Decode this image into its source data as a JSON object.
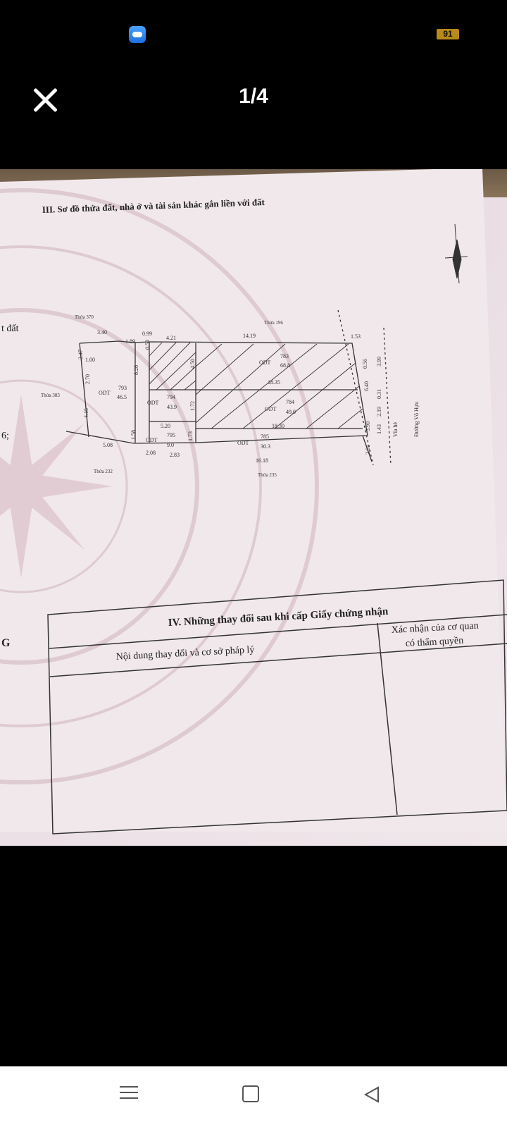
{
  "status": {
    "battery": "91"
  },
  "viewer": {
    "page_counter": "1/4"
  },
  "document": {
    "section3_title": "III. Sơ đồ thửa đất, nhà ở và tài sản khác gắn liền với đất",
    "edge_text": [
      "t đất",
      "6;",
      "G"
    ],
    "neighbors": [
      "Thửa 370",
      "Thửa 196",
      "Thửa 383",
      "Thửa 232",
      "Thửa 235"
    ],
    "road_labels": [
      "Vỉa hè",
      "Đường Võ Hựu"
    ],
    "lot_labels": [
      {
        "use": "ODT",
        "number": "793",
        "area": "46.5"
      },
      {
        "use": "ODT",
        "number": "794",
        "area": "43.9"
      },
      {
        "use": "ODT",
        "number": "795",
        "area": "9.0"
      },
      {
        "use": "ODT",
        "number": "783",
        "area": "68.8"
      },
      {
        "use": "ODT",
        "number": "784",
        "area": "49.0"
      },
      {
        "use": "ODT",
        "number": "785",
        "area": "30.3"
      }
    ],
    "dimensions": [
      "3.40",
      "0.99",
      "4.21",
      "14.19",
      "1.53",
      "1.89",
      "0.50",
      "2.47",
      "1.00",
      "2.70",
      "4.15",
      "8.26",
      "4.50",
      "1.72",
      "18.35",
      "5.20",
      "18.30",
      "1.58",
      "1.73",
      "5.08",
      "2.08",
      "2.83",
      "16.18",
      "2.01",
      "3.90",
      "1.43",
      "2.19",
      "0.31",
      "3.99",
      "6.40",
      "0.56"
    ],
    "section4": {
      "title": "IV. Những thay đổi sau khi cấp Giấy chứng nhận",
      "col1": "Nội dung thay đổi và cơ sở pháp lý",
      "col2_line1": "Xác nhận của cơ quan",
      "col2_line2": "có thẩm quyền"
    }
  }
}
